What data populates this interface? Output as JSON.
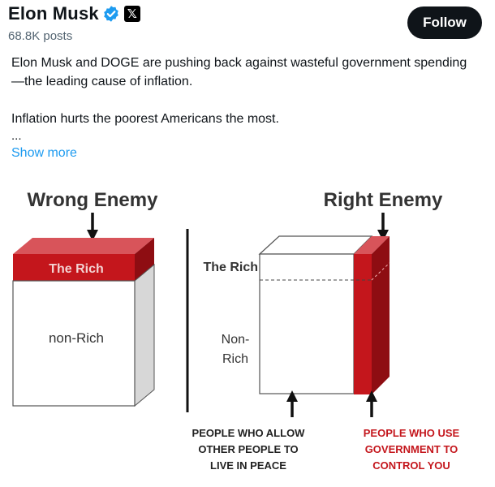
{
  "user": {
    "name": "Elon Musk",
    "posts": "68.8K posts",
    "verified_icon": "verified-badge-icon",
    "platform_icon": "x-logo-icon"
  },
  "follow_label": "Follow",
  "post": {
    "line1": "Elon Musk and DOGE are pushing back against wasteful government spending—the leading cause of inflation.",
    "line2": "Inflation hurts the poorest Americans the most.",
    "ellipsis": "...",
    "show_more": "Show more"
  },
  "image": {
    "left_title": "Wrong Enemy",
    "left_top": "The Rich",
    "left_bottom": "non-Rich",
    "right_title": "Right Enemy",
    "right_rich": "The Rich",
    "right_nonrich_1": "Non-",
    "right_nonrich_2": "Rich",
    "caption_left_1": "PEOPLE WHO ALLOW",
    "caption_left_2": "OTHER PEOPLE TO",
    "caption_left_3": "LIVE IN PEACE",
    "caption_right_1": "PEOPLE WHO USE",
    "caption_right_2": "GOVERNMENT TO",
    "caption_right_3": "CONTROL YOU"
  },
  "colors": {
    "accent_link": "#1d9bf0",
    "verified_blue": "#1d9bf0",
    "red": "#c4161c",
    "dark_red": "#8e0d12",
    "follow_bg": "#0f1419"
  }
}
